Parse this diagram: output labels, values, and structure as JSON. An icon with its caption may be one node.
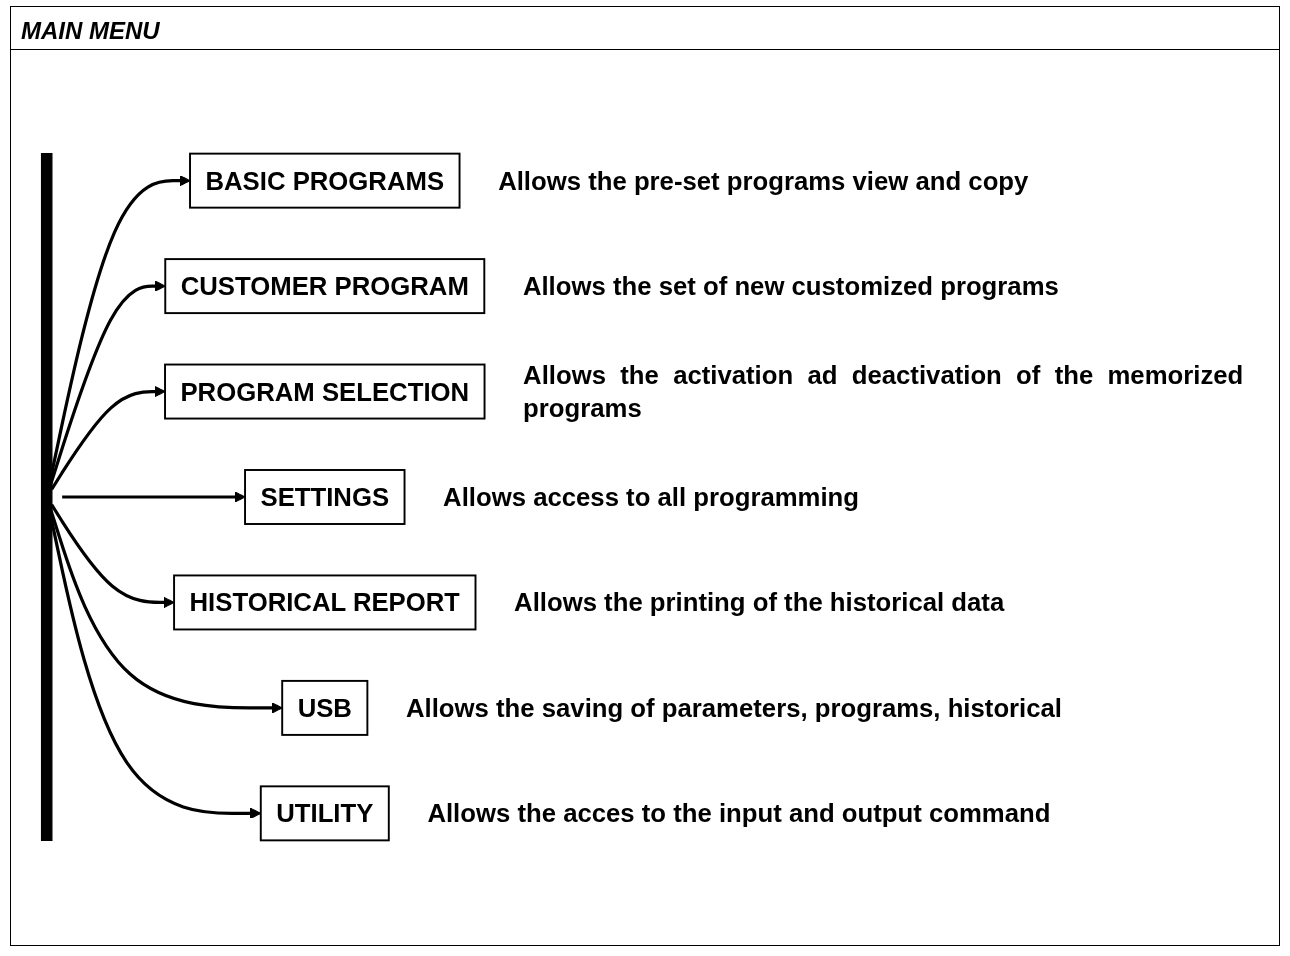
{
  "diagram": {
    "title": "MAIN MENU",
    "nodes": [
      {
        "text": [],
        "shape": "bar"
      },
      {
        "text": [
          "BASIC PROGRAMS"
        ],
        "beside": [
          "Allows the pre-set programs view and copy"
        ]
      },
      {
        "text": [
          "CUSTOMER PROGRAM"
        ],
        "beside": [
          "Allows the set of new customized programs"
        ]
      },
      {
        "text": [
          "PROGRAM SELECTION"
        ],
        "beside": [
          "Allows the activation ad deactivation of the memorized programs"
        ]
      },
      {
        "text": [
          "SETTINGS"
        ],
        "beside": [
          "Allows access to all programming"
        ]
      },
      {
        "text": [
          "HISTORICAL REPORT"
        ],
        "beside": [
          "Allows the printing of the historical data"
        ]
      },
      {
        "text": [
          "USB"
        ],
        "beside": [
          "Allows the saving of parameters, programs, historical"
        ]
      },
      {
        "text": [
          "UTILITY"
        ],
        "beside": [
          "Allows the acces to the input and output command"
        ]
      }
    ],
    "edges": [
      {
        "from": 0,
        "to": 1,
        "arrow": "to"
      },
      {
        "from": 0,
        "to": 2,
        "arrow": "to"
      },
      {
        "from": 0,
        "to": 3,
        "arrow": "to"
      },
      {
        "from": 0,
        "to": 4,
        "arrow": "to"
      },
      {
        "from": 0,
        "to": 5,
        "arrow": "to"
      },
      {
        "from": 0,
        "to": 6,
        "arrow": "to"
      },
      {
        "from": 0,
        "to": 7,
        "arrow": "to"
      }
    ]
  }
}
